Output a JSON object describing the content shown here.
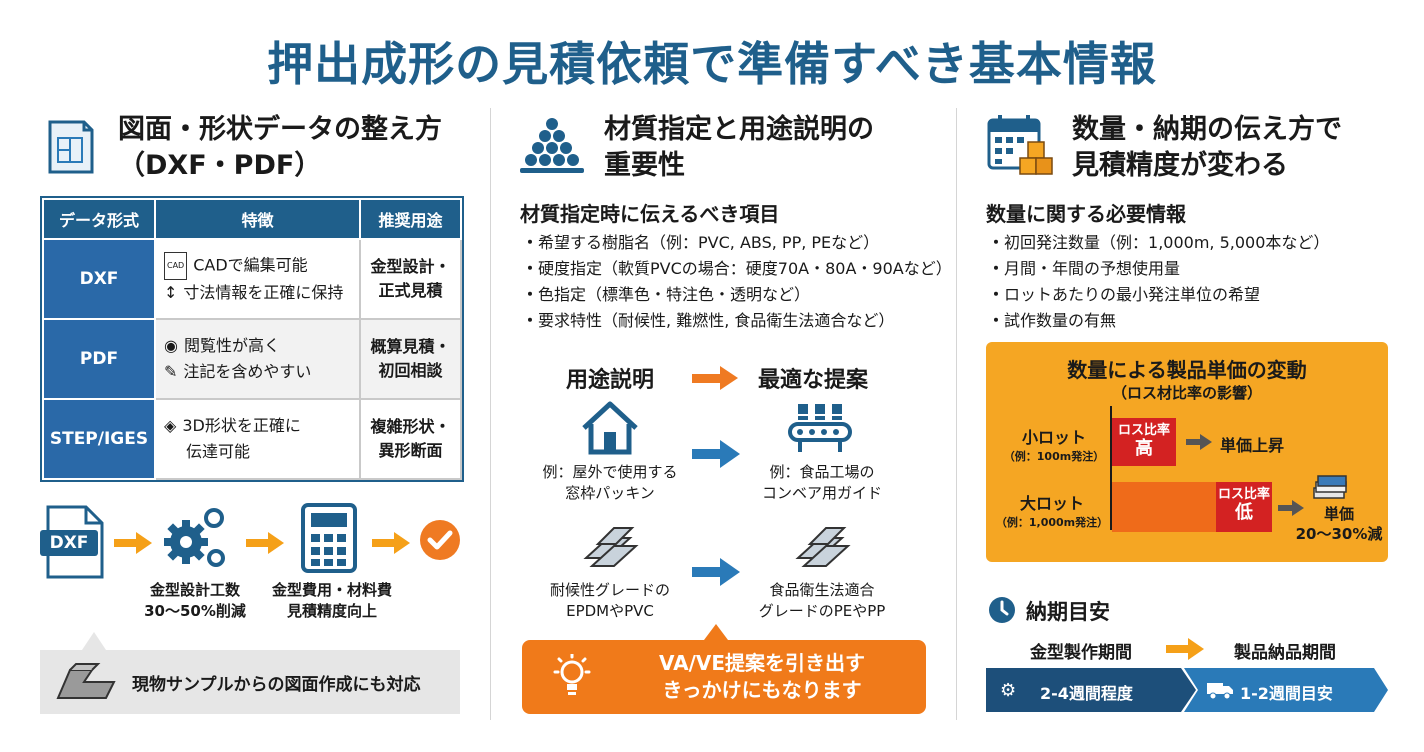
{
  "title": "押出成形の見積依頼で準備すべき基本情報",
  "col1": {
    "heading": "図面・形状データの整え方",
    "heading2": "（DXF・PDF）",
    "table": {
      "headers": [
        "データ形式",
        "特徴",
        "推奨用途"
      ],
      "rows": [
        {
          "name": "DXF",
          "feat1": "CADで編集可能",
          "feat2": "寸法情報を正確に保持",
          "use1": "金型設計・",
          "use2": "正式見積"
        },
        {
          "name": "PDF",
          "feat1": "閲覧性が高く",
          "feat2": "注記を含めやすい",
          "use1": "概算見積・",
          "use2": "初回相談"
        },
        {
          "name": "STEP/IGES",
          "feat1": "3D形状を正確に",
          "feat2": "伝達可能",
          "use1": "複雑形状・",
          "use2": "異形断面"
        }
      ]
    },
    "flow": {
      "file_label": "DXF",
      "cad_icon_text": "CAD",
      "cap1a": "金型設計工数",
      "cap1b": "30〜50%削減",
      "cap2a": "金型費用・材料費",
      "cap2b": "見積精度向上"
    },
    "footer_note": "現物サンプルからの図面作成にも対応"
  },
  "col2": {
    "heading1": "材質指定と用途説明の",
    "heading2": "重要性",
    "sub_head": "材質指定時に伝えるべき項目",
    "items": [
      "希望する樹脂名（例：PVC, ABS, PP, PEなど）",
      "硬度指定（軟質PVCの場合：硬度70A・80A・90Aなど）",
      "色指定（標準色・特注色・透明など）",
      "要求特性（耐候性, 難燃性, 食品衛生法適合など）"
    ],
    "left_head": "用途説明",
    "right_head": "最適な提案",
    "ex1_left_a": "例：屋外で使用する",
    "ex1_left_b": "窓枠パッキン",
    "ex1_right_a": "例：食品工場の",
    "ex1_right_b": "コンベア用ガイド",
    "ex2_left_a": "耐候性グレードの",
    "ex2_left_b": "EPDMやPVC",
    "ex2_right_a": "食品衛生法適合",
    "ex2_right_b": "グレードのPEやPP",
    "banner_a": "VA/VE提案を引き出す",
    "banner_b": "きっかけにもなります"
  },
  "col3": {
    "heading1": "数量・納期の伝え方で",
    "heading2": "見積精度が変わる",
    "sub_head": "数量に関する必要情報",
    "items": [
      "初回発注数量（例：1,000m, 5,000本など）",
      "月間・年間の予想使用量",
      "ロットあたりの最小発注単位の希望",
      "試作数量の有無"
    ],
    "chart": {
      "title": "数量による製品単価の変動",
      "subtitle": "（ロス材比率の影響）",
      "small_lot": "小ロット",
      "small_lot_ex": "（例：100m発注）",
      "large_lot": "大ロット",
      "large_lot_ex": "（例：1,000m発注）",
      "loss_ratio": "ロス比率",
      "high": "高",
      "low": "低",
      "result_small": "単価上昇",
      "result_large_a": "単価",
      "result_large_b": "20〜30%減"
    },
    "lead_time": {
      "heading": "納期目安",
      "left_label": "金型製作期間",
      "right_label": "製品納品期間",
      "left_value": "2-4週間程度",
      "right_value": "1-2週間目安"
    }
  },
  "colors": {
    "brand_blue": "#1f5f8b",
    "orange": "#f5a623",
    "banner_orange": "#f07a1a",
    "red": "#d32222"
  }
}
